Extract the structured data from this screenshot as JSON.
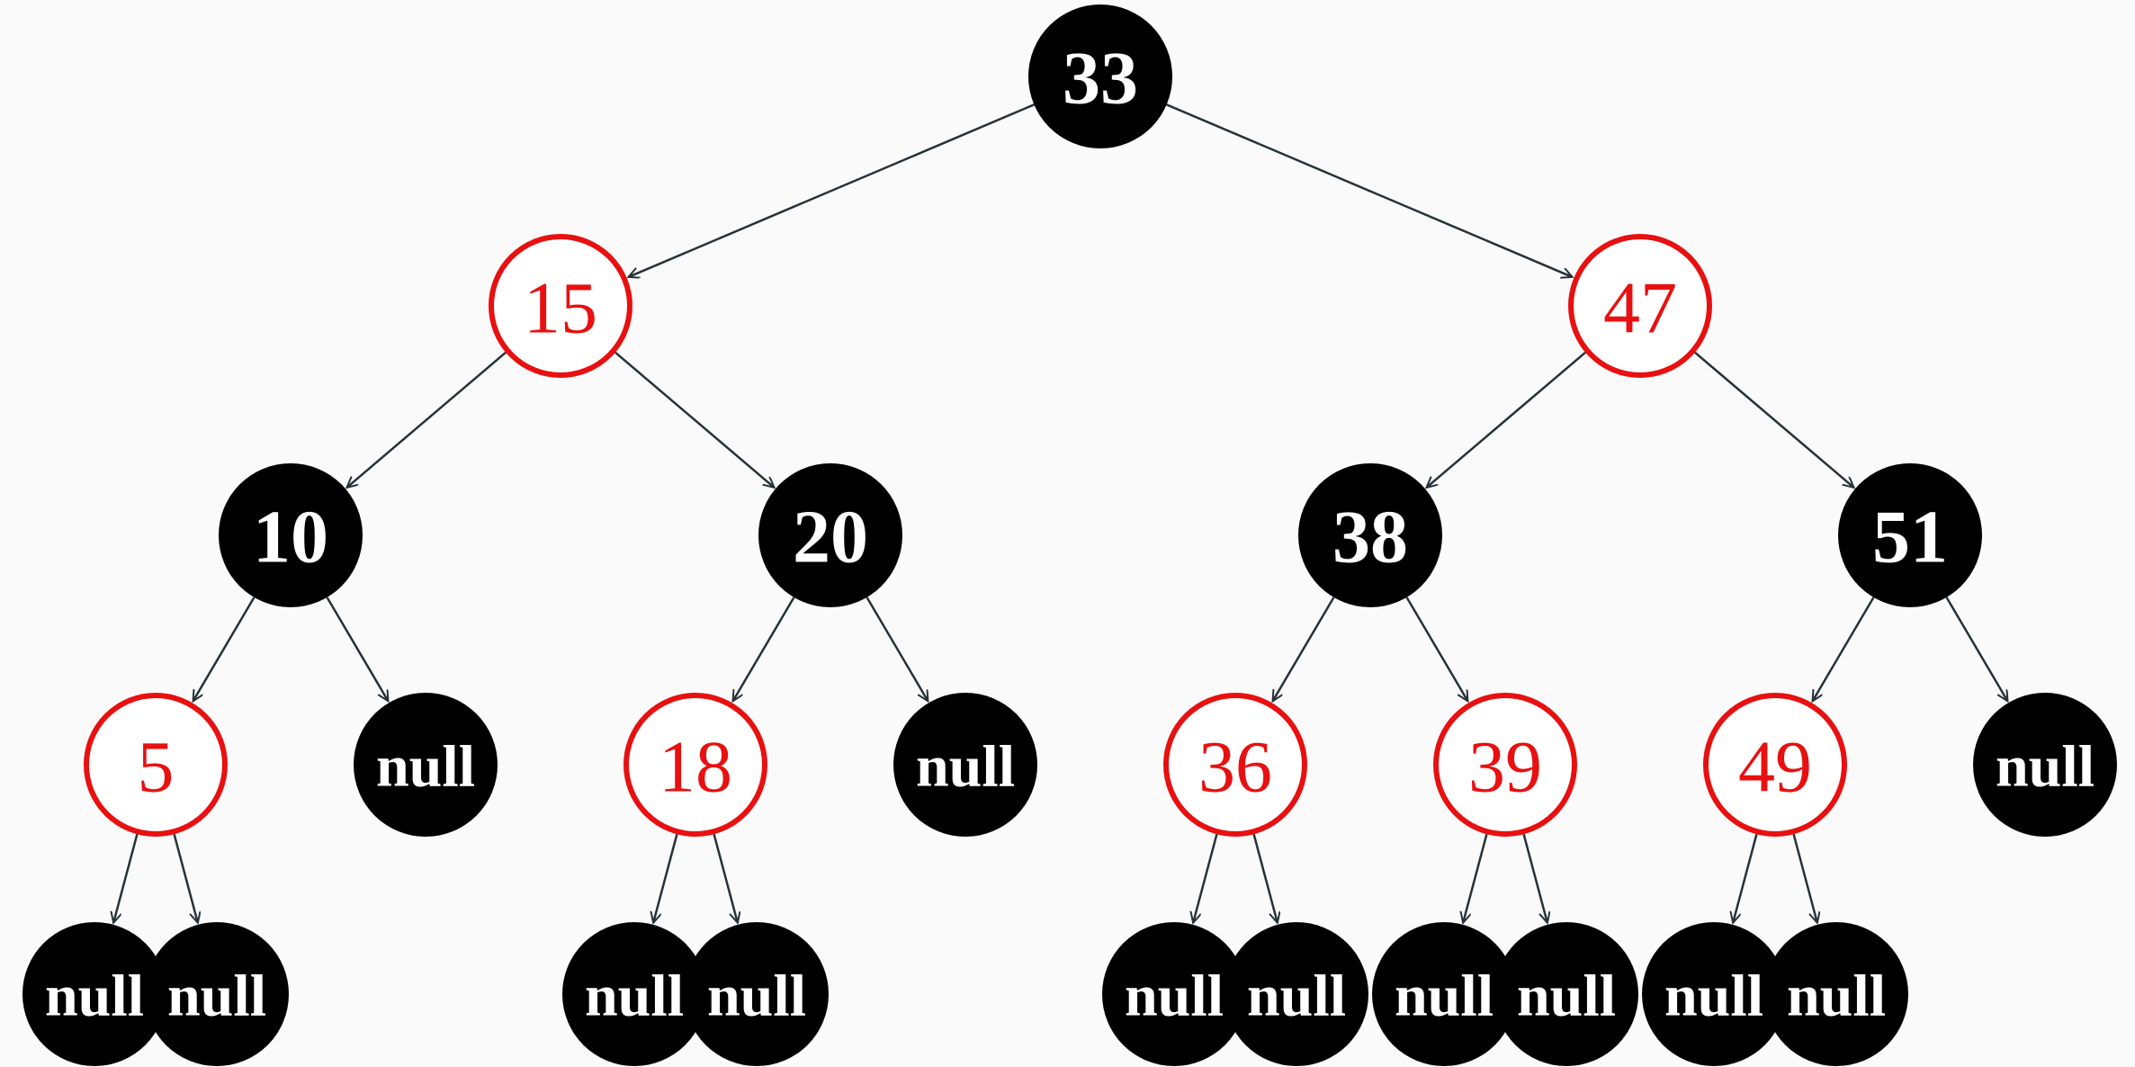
{
  "colors": {
    "background": "#fafafa",
    "black_fill": "#000000",
    "black_text": "#ffffff",
    "red_stroke": "#e81010",
    "red_text": "#e81010",
    "red_fill": "#ffffff",
    "edge": "#263238"
  },
  "tree": {
    "root": {
      "value": "33",
      "color": "black",
      "left": {
        "value": "15",
        "color": "red",
        "left": {
          "value": "10",
          "color": "black",
          "left": {
            "value": "5",
            "color": "red",
            "left": {
              "value": "null",
              "color": "black"
            },
            "right": {
              "value": "null",
              "color": "black"
            }
          },
          "right": {
            "value": "null",
            "color": "black"
          }
        },
        "right": {
          "value": "20",
          "color": "black",
          "left": {
            "value": "18",
            "color": "red",
            "left": {
              "value": "null",
              "color": "black"
            },
            "right": {
              "value": "null",
              "color": "black"
            }
          },
          "right": {
            "value": "null",
            "color": "black"
          }
        }
      },
      "right": {
        "value": "47",
        "color": "red",
        "left": {
          "value": "38",
          "color": "black",
          "left": {
            "value": "36",
            "color": "red",
            "left": {
              "value": "null",
              "color": "black"
            },
            "right": {
              "value": "null",
              "color": "black"
            }
          },
          "right": {
            "value": "39",
            "color": "red",
            "left": {
              "value": "null",
              "color": "black"
            },
            "right": {
              "value": "null",
              "color": "black"
            }
          }
        },
        "right": {
          "value": "51",
          "color": "black",
          "left": {
            "value": "49",
            "color": "red",
            "left": {
              "value": "null",
              "color": "black"
            },
            "right": {
              "value": "null",
              "color": "black"
            }
          },
          "right": {
            "value": "null",
            "color": "black"
          }
        }
      }
    }
  }
}
